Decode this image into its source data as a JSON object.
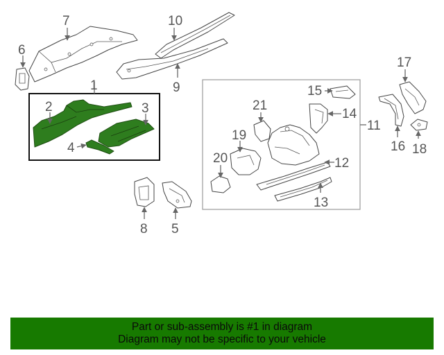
{
  "callouts": {
    "c1": "1",
    "c2": "2",
    "c3": "3",
    "c4": "4",
    "c5": "5",
    "c6": "6",
    "c7": "7",
    "c8": "8",
    "c9": "9",
    "c10": "10",
    "c11": "11",
    "c12": "12",
    "c13": "13",
    "c14": "14",
    "c15": "15",
    "c16": "16",
    "c17": "17",
    "c18": "18",
    "c19": "19",
    "c20": "20",
    "c21": "21"
  },
  "footer": {
    "line1": "Part or sub-assembly is #1 in diagram",
    "line2": "Diagram may not be specific to your vehicle"
  },
  "colors": {
    "highlight": "#2e7d1e",
    "banner": "#177a00"
  }
}
